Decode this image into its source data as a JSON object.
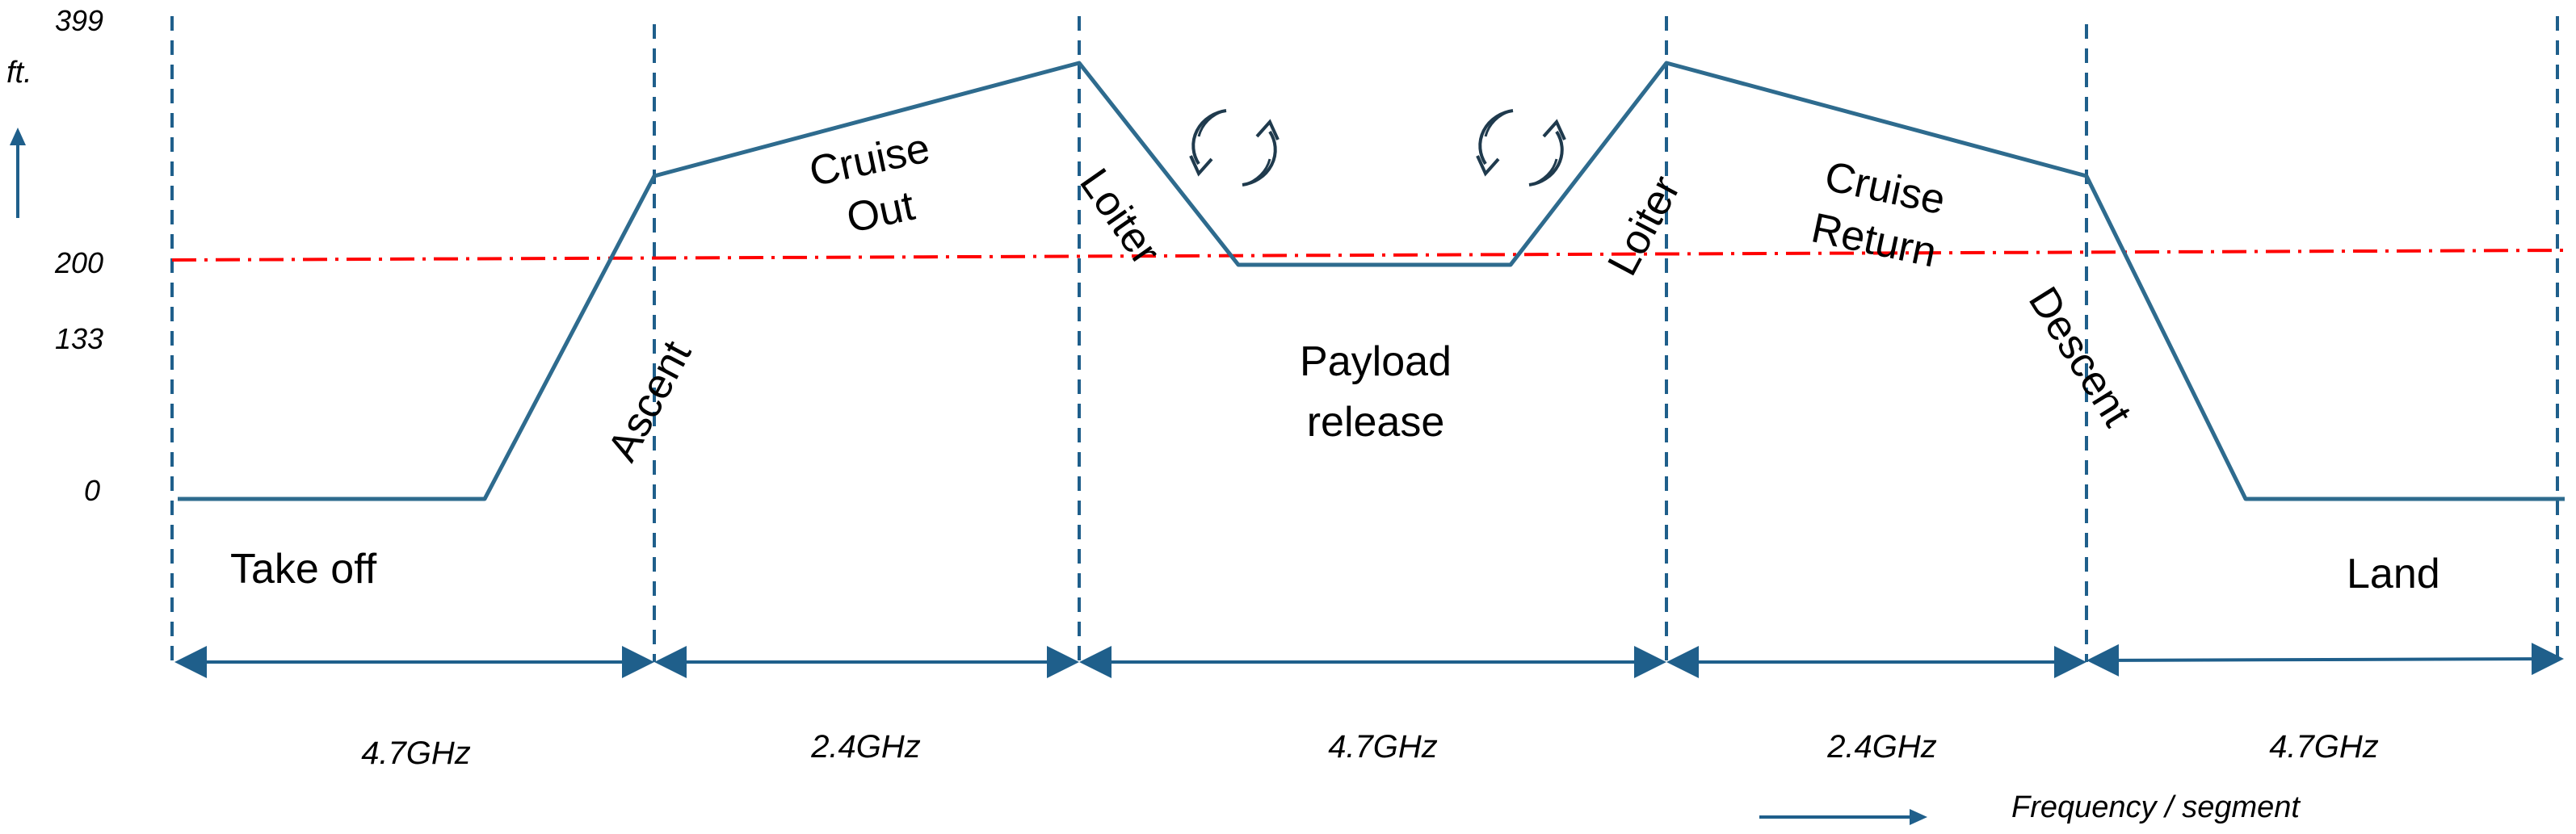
{
  "y_axis": {
    "unit": "ft.",
    "ticks": [
      "399",
      "200",
      "133",
      "0"
    ]
  },
  "phases": {
    "take_off": "Take off",
    "ascent": "Ascent",
    "cruise_out_1": "Cruise",
    "cruise_out_2": "Out",
    "loiter_out": "Loiter",
    "payload_1": "Payload",
    "payload_2": "release",
    "loiter_return": "Loiter",
    "cruise_return_1": "Cruise",
    "cruise_return_2": "Return",
    "descent": "Descent",
    "land": "Land"
  },
  "segments": [
    "4.7GHz",
    "2.4GHz",
    "4.7GHz",
    "2.4GHz",
    "4.7GHz"
  ],
  "legend": {
    "frequency_segment": "Frequency / segment"
  },
  "icons": {
    "loiter_circle": "circular-arrows-icon"
  },
  "colors": {
    "profile": "#2e6b8e",
    "dashed_dividers": "#1f5f8b",
    "threshold_line": "#ff0000",
    "text": "#000000"
  }
}
